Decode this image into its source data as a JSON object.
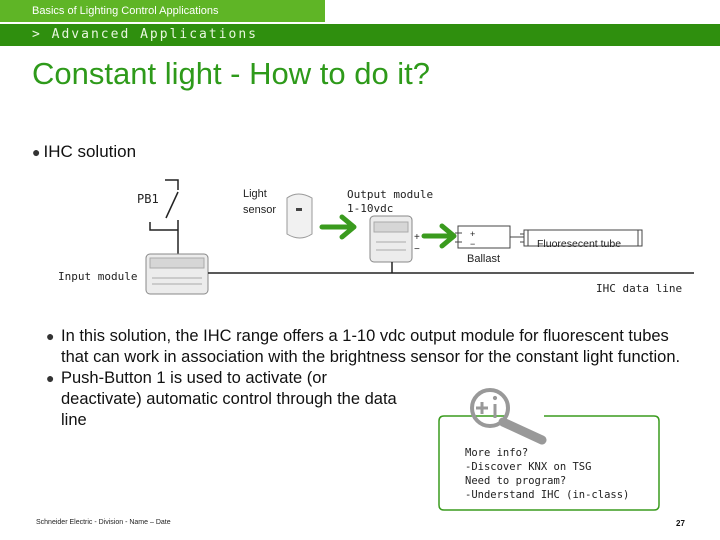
{
  "header": {
    "breadcrumb": "Basics of Lighting Control Applications",
    "section": "> Advanced Applications"
  },
  "title": "Constant light - How to do it?",
  "intro_bullet": "IHC solution",
  "diagram": {
    "pb1": "PB1",
    "light_sensor_line1": "Light",
    "light_sensor_line2": "sensor",
    "output_line1": "Output module",
    "output_line2": "1-10vdc",
    "plus": "+",
    "minus": "−",
    "ballast": "Ballast",
    "tube": "Fluoresecent tube",
    "input_module": "Input module",
    "data_line": "IHC data line"
  },
  "bullets": [
    "In this solution, the IHC range offers a 1-10 vdc output module for fluorescent tubes that can work in association with the brightness sensor for the constant light function.",
    "Push-Button 1 is used to activate (or deactivate) automatic control through the data line"
  ],
  "info_box": {
    "line1": "More info?",
    "line2": "-Discover KNX on TSG",
    "line3": "Need to program?",
    "line4": "-Understand IHC (in-class)"
  },
  "footer": "Schneider Electric - Division - Name – Date",
  "page_number": "27",
  "colors": {
    "brand_green": "#5fb526",
    "dark_green": "#2f8f0e",
    "title_green": "#2e9a1a"
  }
}
